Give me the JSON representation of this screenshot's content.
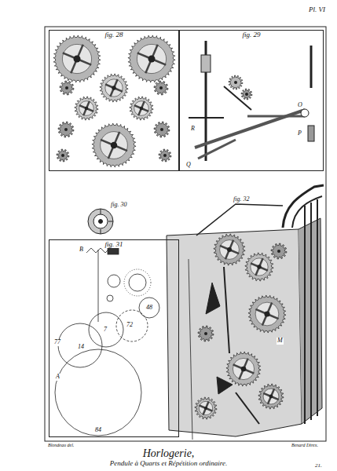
{
  "diagram": {
    "title": "Horlogerie,",
    "caption": "Pendule à Quarts et Répétition ordinaire.",
    "nodes": [
      {
        "text": [
          "fig. 28"
        ]
      },
      {
        "text": [
          "fig. 29"
        ]
      },
      {
        "text": [
          "fig. 31"
        ]
      }
    ],
    "labels": [
      "Pl. VI",
      "fig. 30",
      "fig. 32",
      "A",
      "84",
      "77",
      "14",
      "7",
      "72",
      "48",
      "B",
      "R",
      "Q",
      "O",
      "P",
      "M",
      "Blondeau del.",
      "Benard Direx.",
      "21."
    ]
  }
}
